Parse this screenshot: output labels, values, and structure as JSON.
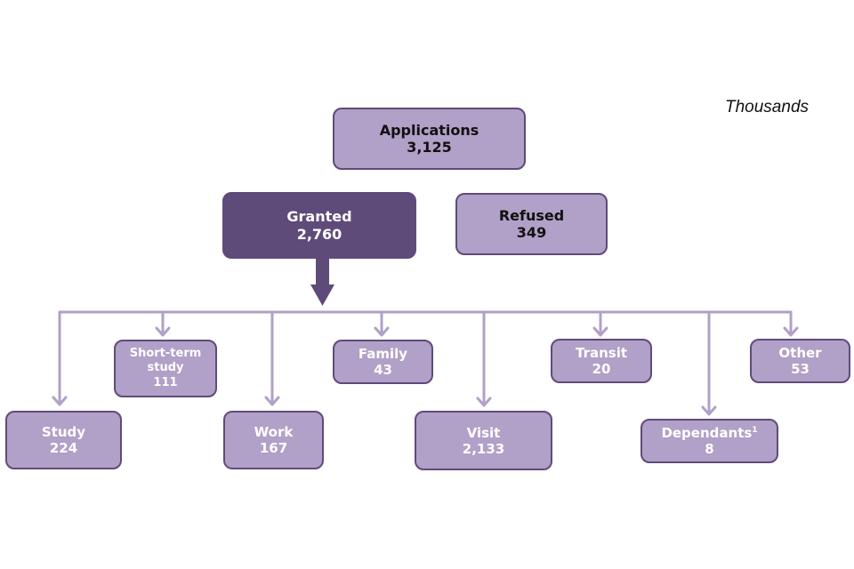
{
  "unit_label": "Thousands",
  "colors": {
    "box_fill": "#b1a0c7",
    "box_border": "#5f4b7a",
    "granted_fill": "#5f4b7a",
    "connector": "#b1a0c7"
  },
  "applications": {
    "label": "Applications",
    "value": "3,125"
  },
  "granted": {
    "label": "Granted",
    "value": "2,760"
  },
  "refused": {
    "label": "Refused",
    "value": "349"
  },
  "categories": [
    {
      "label": "Study",
      "value": "224"
    },
    {
      "label_line1": "Short-term",
      "label_line2": "study",
      "value": "111"
    },
    {
      "label": "Work",
      "value": "167"
    },
    {
      "label": "Family",
      "value": "43"
    },
    {
      "label": "Visit",
      "value": "2,133"
    },
    {
      "label": "Transit",
      "value": "20"
    },
    {
      "label": "Dependants",
      "footnote": "1",
      "value": "8"
    },
    {
      "label": "Other",
      "value": "53"
    }
  ]
}
